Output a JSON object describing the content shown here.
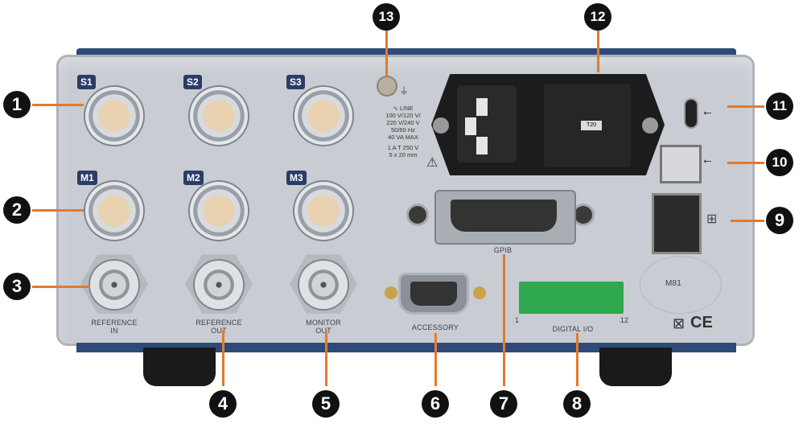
{
  "slots": {
    "s1": "S1",
    "s2": "S2",
    "s3": "S3",
    "m1": "M1",
    "m2": "M2",
    "m3": "M3"
  },
  "captions": {
    "reference_in": [
      "REFERENCE",
      "IN"
    ],
    "reference_out": [
      "REFERENCE",
      "OUT"
    ],
    "monitor_out": [
      "MONITOR",
      "OUT"
    ],
    "accessory": "ACCESSORY",
    "gpib": "GPIB",
    "digital_io": "DIGITAL I/O",
    "digital_io_first": "1",
    "digital_io_last": "12",
    "model": "M81"
  },
  "power_spec": {
    "line": "LINE",
    "voltages": [
      "100 V/120 V/",
      "220 V/240 V",
      "50/60 Hz",
      "40 VA MAX"
    ],
    "fuse": [
      "1 A T 250 V",
      "5 x 20 mm"
    ],
    "fuse_label": "T20"
  },
  "markings": {
    "ce": "CE",
    "weee": "⊠"
  },
  "callouts": [
    "1",
    "2",
    "3",
    "4",
    "5",
    "6",
    "7",
    "8",
    "9",
    "10",
    "11",
    "12",
    "13"
  ],
  "icons": {
    "usb_c": "usb-icon",
    "usb_b": "usb-icon",
    "ethernet": "network-icon",
    "ground": "ground-icon",
    "warning": "warning-triangle-icon"
  },
  "colors": {
    "panel": "#c9ccd2",
    "trim": "#2f4a78",
    "callout": "#111111",
    "leader": "#e27a2e",
    "terminal": "#2fa84f"
  }
}
